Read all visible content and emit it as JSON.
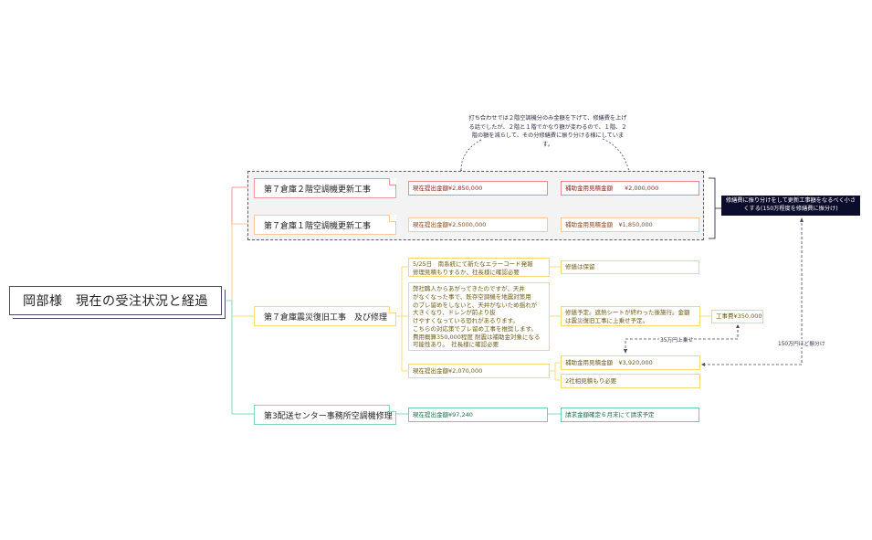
{
  "root": {
    "title": "岡部様　現在の受注状況と経過"
  },
  "callout": {
    "text": "打ち合わせでは２階空調機分のみ金額を下げて、修繕費を上げる話でしたが、２階と１階でかなり額が変わるので、１階、２階の額を減らして、その分修繕費に振り分ける様にしています。"
  },
  "summary_note": {
    "text": "修繕費に振り分けをして更新工事額をなるべく小さくする(150万程度を修繕費に振分け)"
  },
  "branches": [
    {
      "title": "第７倉庫２階空調機更新工事",
      "color": "#ef9a9a",
      "children": [
        {
          "text": "現在提出金額¥2,850,000"
        },
        {
          "text": "補助金用見積金額　　¥2,000,000"
        }
      ]
    },
    {
      "title": "第７倉庫１階空調機更新工事",
      "color": "#f8c99a",
      "children": [
        {
          "text": "現在提出金額¥2,5000,000"
        },
        {
          "text": "補助金用見積金額　¥1,850,000"
        }
      ]
    },
    {
      "title": "第７倉庫震災復旧工事　及び修理",
      "color": "#f5dc7a",
      "children": [
        {
          "text": "5/25日　南系統にて新たなエラーコード発報\n修理見積もりするか、社長様に確認必要",
          "child": "修繕は保留"
        },
        {
          "text": "弊社職人からあがってきたのですが、天井\nがなくなった事で、既存空調機を地震対策用\nのブレ留めをしないと、天井がないため揺れが\n大きくなり、ドレンが前より抜\nけやすくなっている恐れがあるります。\nこちらの対応策でブレ留め工事を推奨します。\n費用概算350,000程度 耐震は補助金対象になる\n可能性あり。　社長様に確認必要",
          "child": "修繕予定。遮熱シートが終わった後施行。金額\nは震災復旧工事に上乗せ予定。",
          "grandchild": "工事費¥350,000"
        },
        {
          "text": "現在提出金額¥2,070,000",
          "children": [
            {
              "text": "補助金用見積金額　¥3,920,000"
            },
            {
              "text": "2社相見積もり必要"
            }
          ]
        }
      ]
    },
    {
      "title": "第3配送センター事務所空調機修理",
      "color": "#7fd8b8",
      "children": [
        {
          "text": "現在提出金額¥97,240"
        },
        {
          "text": "請求金額確定６月末にて請求予定"
        }
      ]
    }
  ],
  "relationship_labels": {
    "add_35": "35万円上乗せ",
    "split_150": "150万円ほど振分け"
  },
  "colors": {
    "red": "#ef9a9a",
    "orange": "#f8c99a",
    "yellow": "#f5dc7a",
    "green": "#7fd8b8",
    "dark_note": "#0c0c2c",
    "group_bg": "#f3f3f3"
  }
}
